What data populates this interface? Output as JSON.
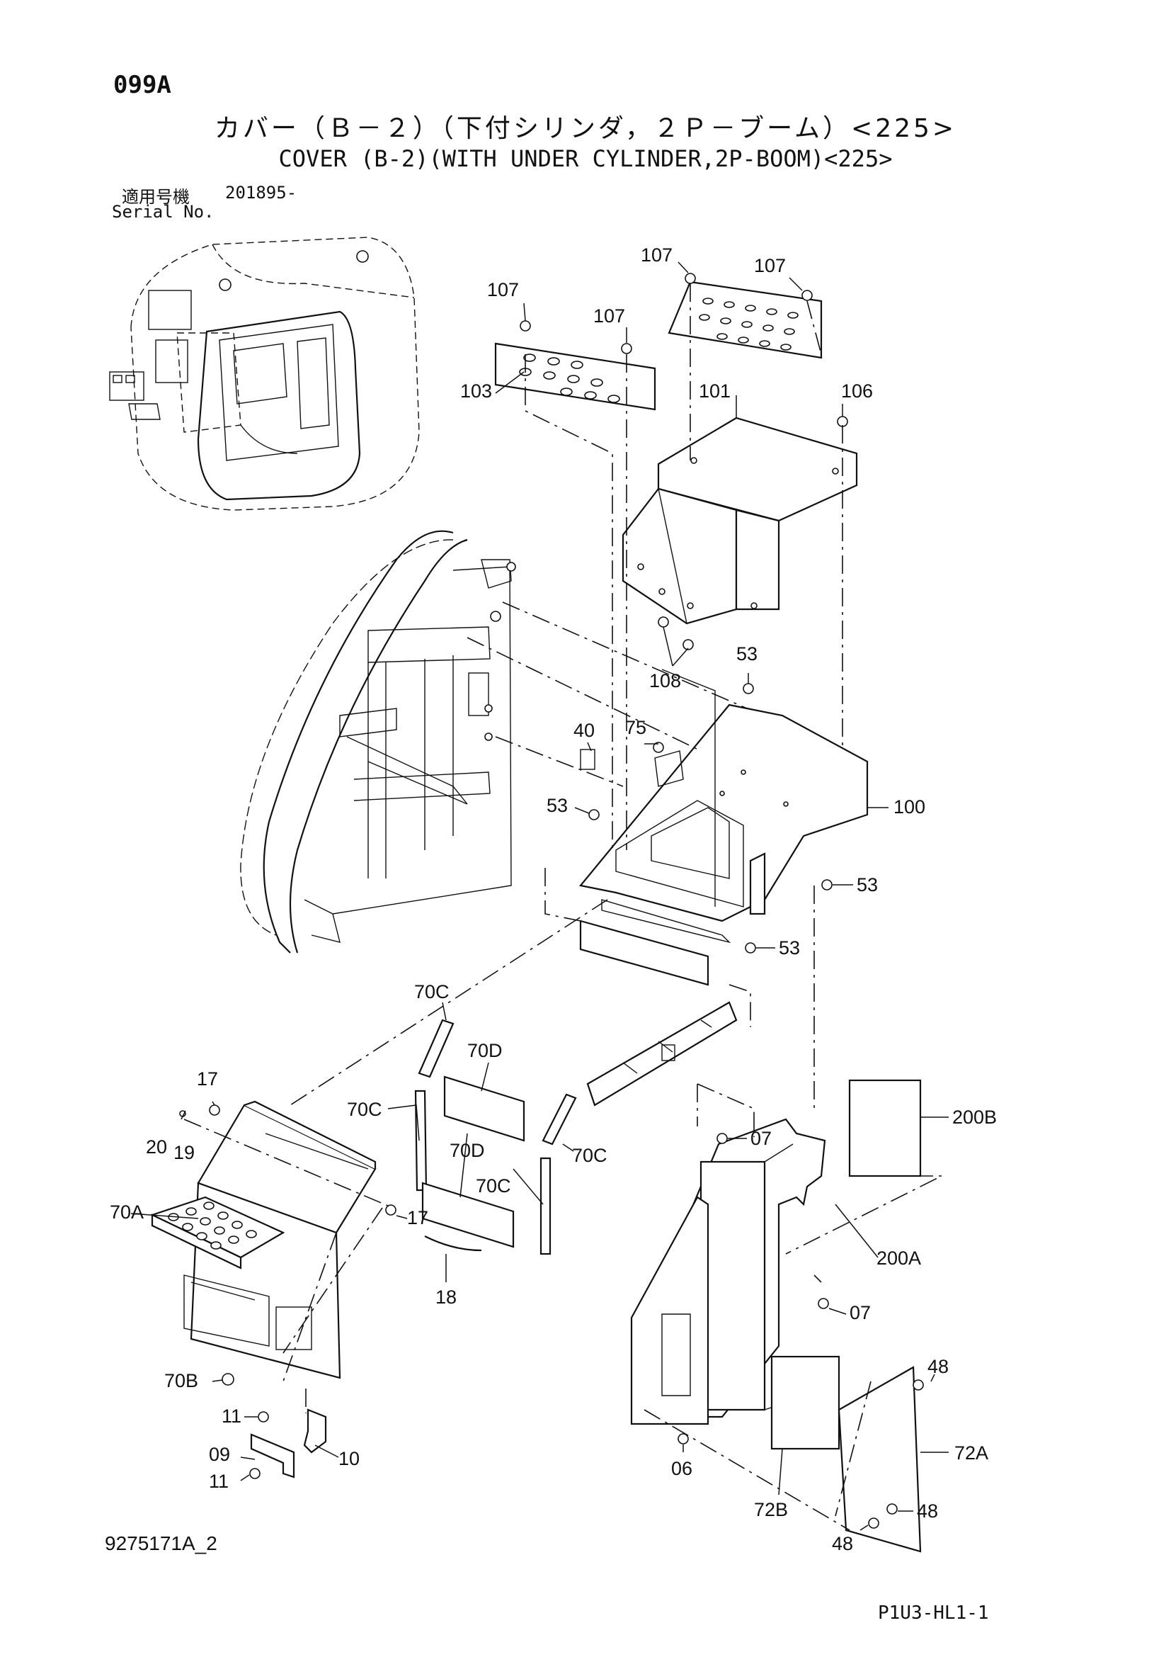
{
  "header": {
    "page_id": "099A",
    "title_jp": "カバー（Ｂ－２）（下付シリンダ，２Ｐ－ブーム）<225>",
    "title_en": "COVER (B-2)(WITH UNDER CYLINDER,2P-BOOM)<225>",
    "serial_label_jp": "適用号機",
    "serial_number": "201895-",
    "serial_label_en": "Serial No."
  },
  "footer": {
    "document_number": "9275171A_2",
    "sheet_code": "P1U3-HL1-1"
  },
  "callouts": {
    "c107a": "107",
    "c107b": "107",
    "c107c": "107",
    "c107d": "107",
    "c103": "103",
    "c101": "101",
    "c106": "106",
    "c108": "108",
    "c53a": "53",
    "c40": "40",
    "c75": "75",
    "c53b": "53",
    "c100": "100",
    "c53c": "53",
    "c53d": "53",
    "c70c_a": "70C",
    "c70d_a": "70D",
    "c17a": "17",
    "c20": "20",
    "c19": "19",
    "c70c_b": "70C",
    "c70a": "70A",
    "c70d_b": "70D",
    "c70c_c": "70C",
    "c70c_d": "70C",
    "c17b": "17",
    "c18": "18",
    "c70b": "70B",
    "c11a": "11",
    "c09": "09",
    "c10": "10",
    "c11b": "11",
    "c07a": "07",
    "c200b": "200B",
    "c200a": "200A",
    "c07b": "07",
    "c48a": "48",
    "c72a": "72A",
    "c06": "06",
    "c72b": "72B",
    "c48b": "48",
    "c48c": "48"
  }
}
